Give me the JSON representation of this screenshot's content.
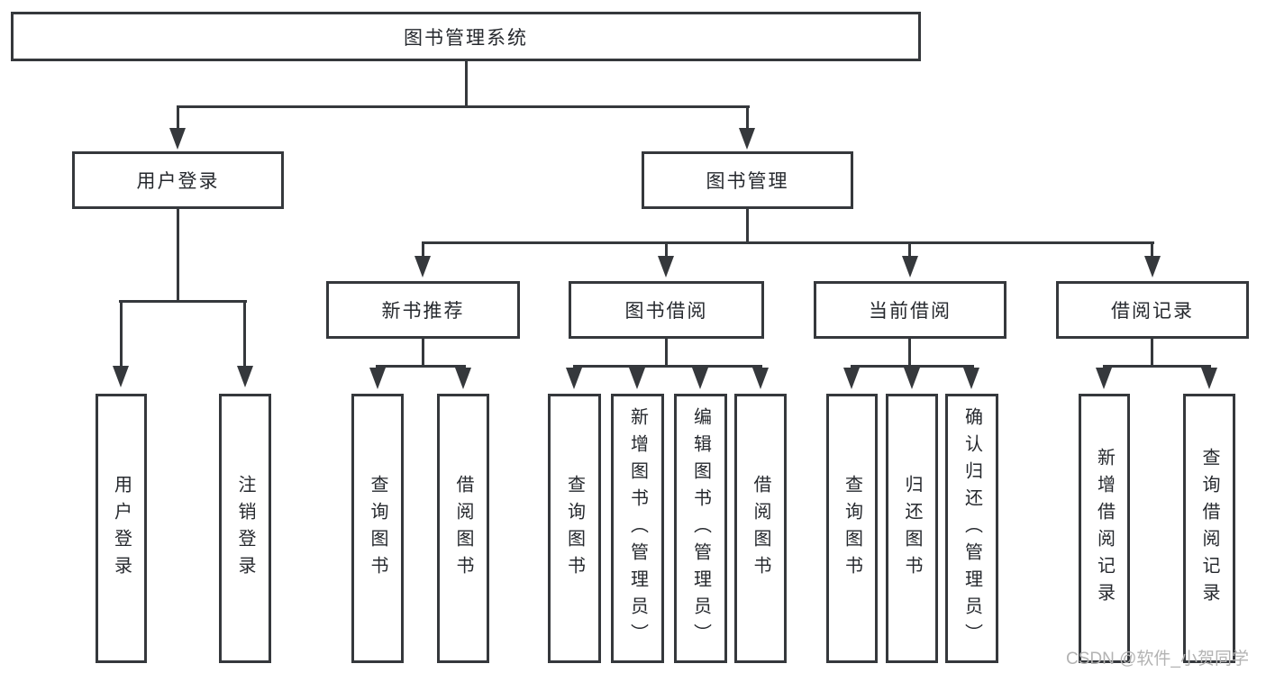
{
  "colors": {
    "line": "#35383c",
    "box-border": "#35383c",
    "text": "#26292e",
    "watermark": "#b3b3b3",
    "background": "#ffffff"
  },
  "diagram": {
    "root": {
      "label": "图书管理系统"
    },
    "branches": [
      {
        "label": "用户登录",
        "children": [
          {
            "label": "用户登录"
          },
          {
            "label": "注销登录"
          }
        ]
      },
      {
        "label": "图书管理",
        "children": [
          {
            "label": "新书推荐",
            "children": [
              {
                "label": "查询图书"
              },
              {
                "label": "借阅图书"
              }
            ]
          },
          {
            "label": "图书借阅",
            "children": [
              {
                "label": "查询图书"
              },
              {
                "label": "新增图书（管理员）"
              },
              {
                "label": "编辑图书（管理员）"
              },
              {
                "label": "借阅图书"
              }
            ]
          },
          {
            "label": "当前借阅",
            "children": [
              {
                "label": "查询图书"
              },
              {
                "label": "归还图书"
              },
              {
                "label": "确认归还（管理员）"
              }
            ]
          },
          {
            "label": "借阅记录",
            "children": [
              {
                "label": "新增借阅记录"
              },
              {
                "label": "查询借阅记录"
              }
            ]
          }
        ]
      }
    ]
  },
  "watermark": {
    "text": "CSDN @软件_小贺同学"
  }
}
